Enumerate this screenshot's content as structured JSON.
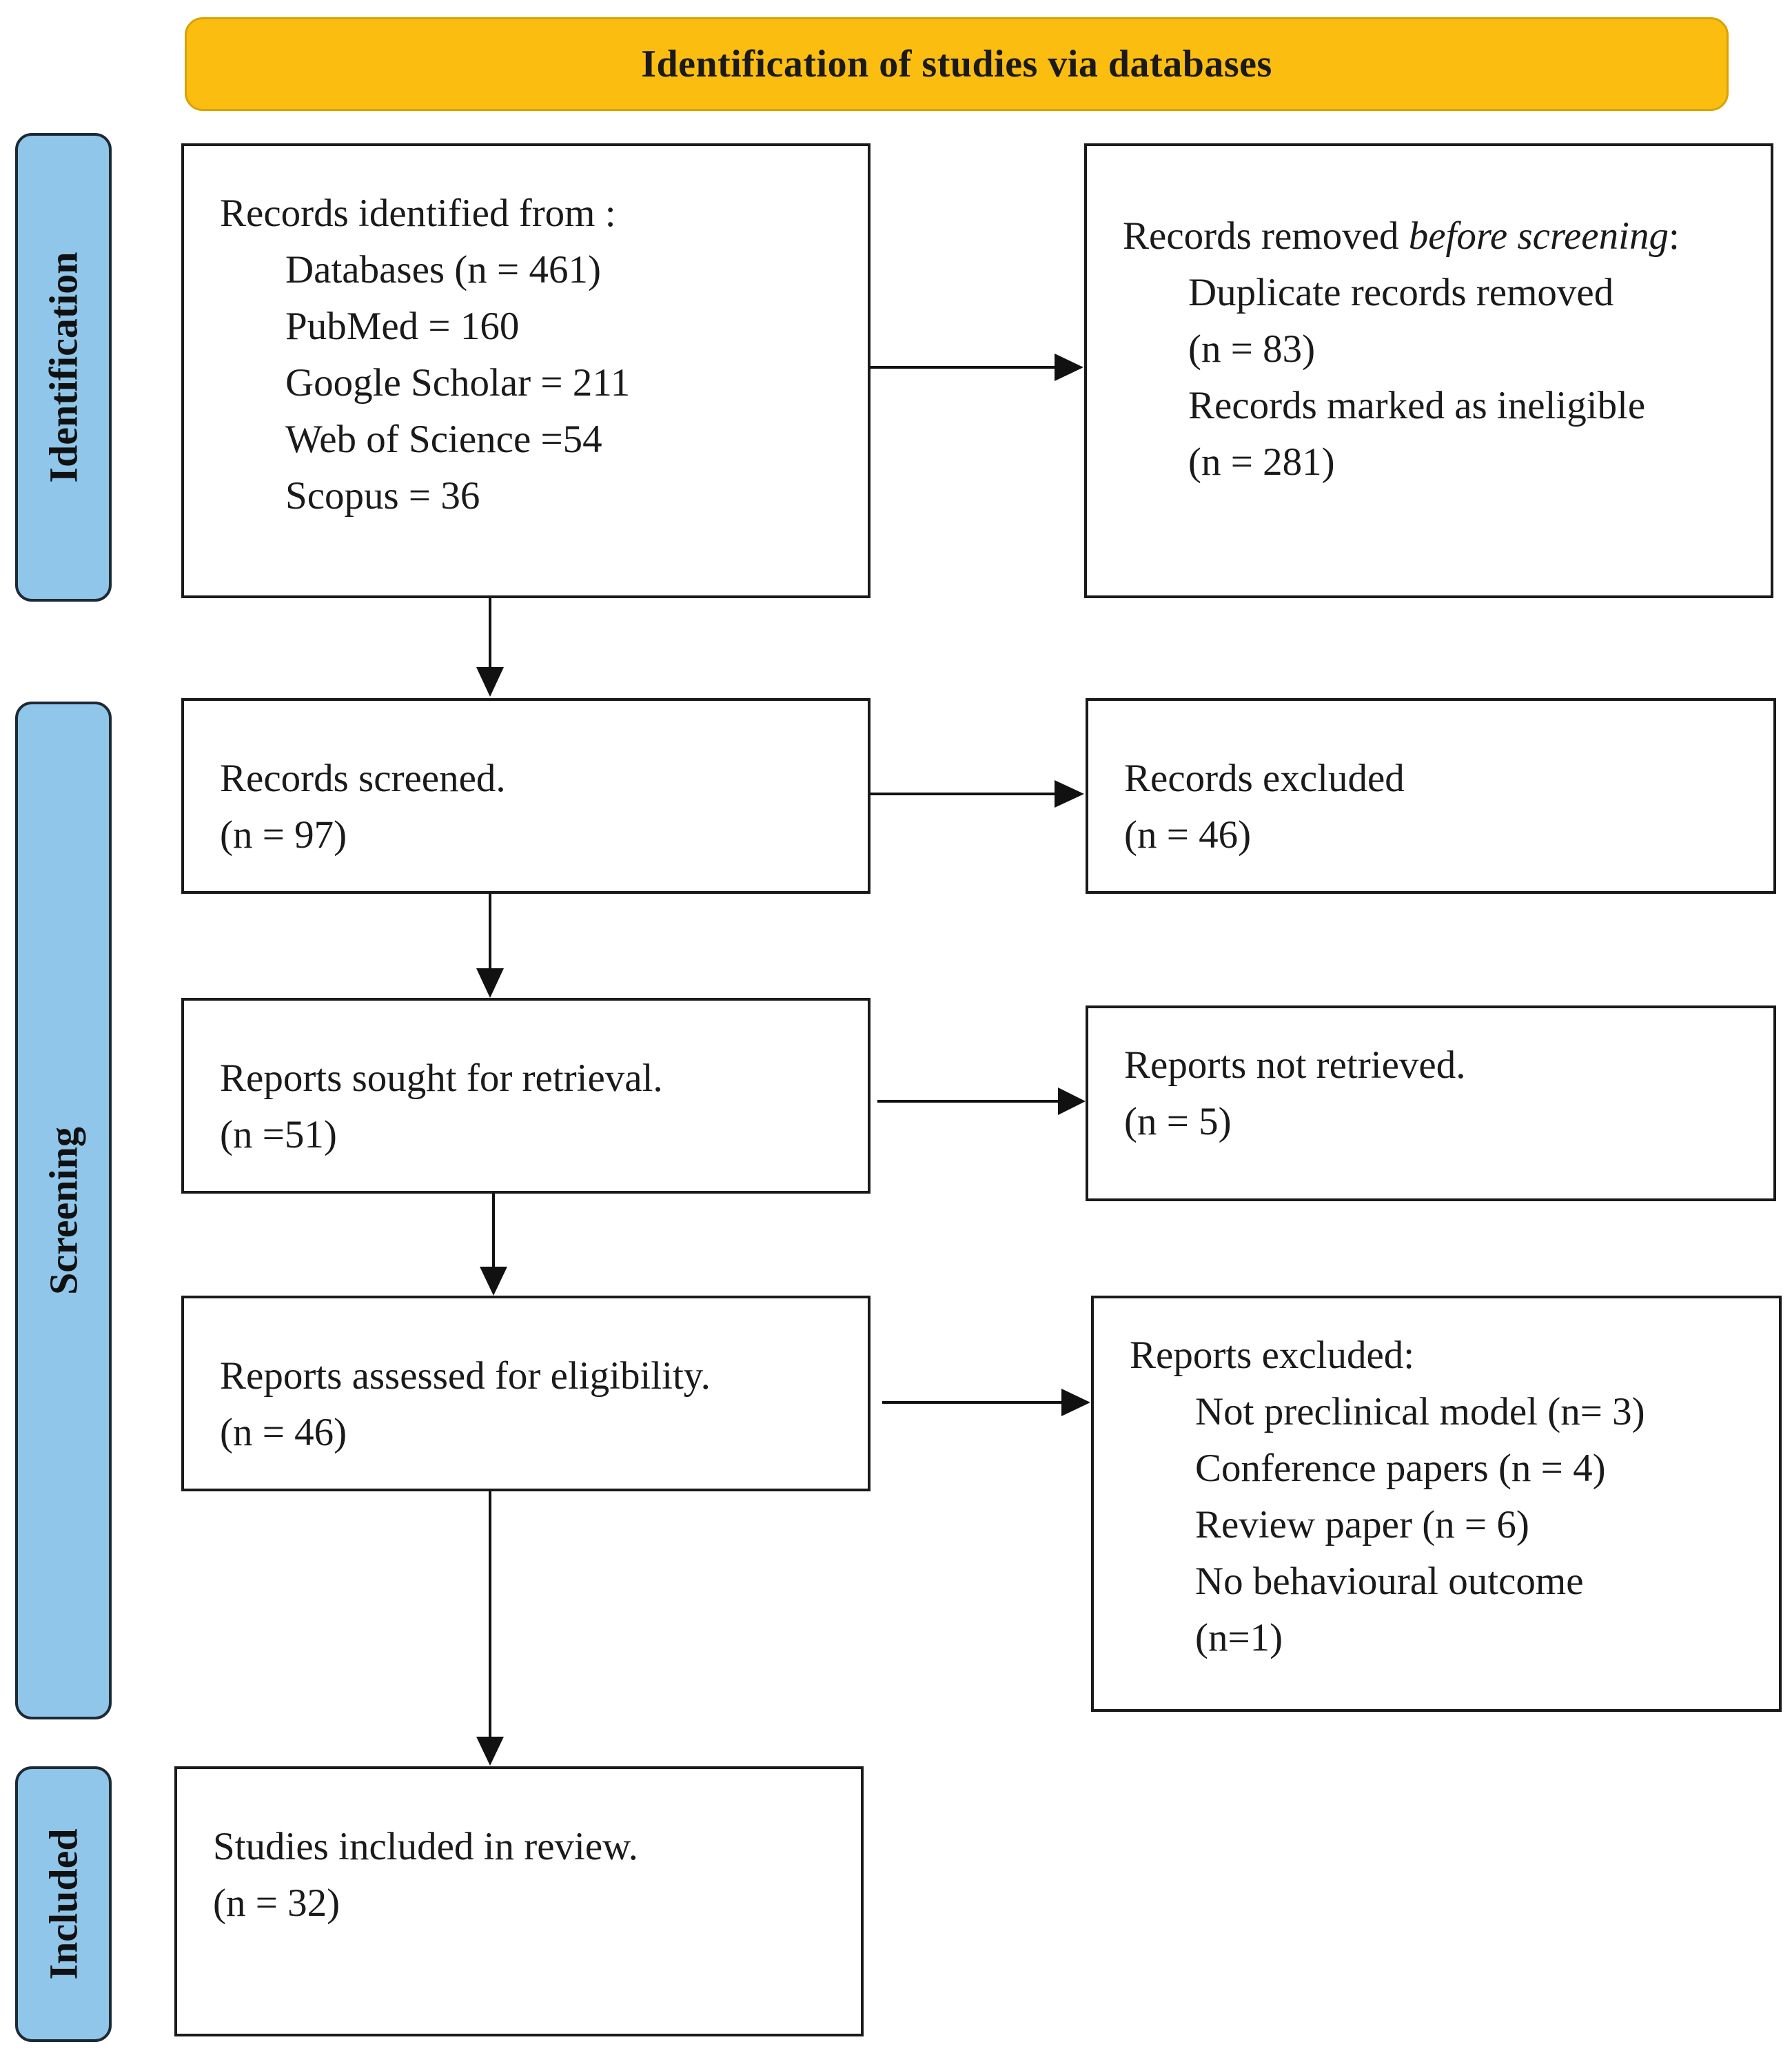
{
  "header": {
    "title": "Identification of studies via databases"
  },
  "stages": {
    "identification": "Identification",
    "screening": "Screening",
    "included": "Included"
  },
  "boxes": {
    "records_identified": {
      "heading": "Records identified from :",
      "items": [
        "Databases (n = 461)",
        "PubMed = 160",
        "Google Scholar = 211",
        "Web of Science =54",
        "Scopus = 36"
      ]
    },
    "records_removed": {
      "heading_prefix": "Records removed ",
      "heading_emph": "before screening",
      "heading_suffix": ":",
      "items": [
        "Duplicate records removed",
        "(n = 83)",
        "Records marked as ineligible",
        "(n = 281)"
      ]
    },
    "records_screened": {
      "label": "Records screened.",
      "count": "(n = 97)"
    },
    "records_excluded": {
      "label": "Records excluded",
      "count": "(n = 46)"
    },
    "reports_sought": {
      "label": "Reports sought for retrieval.",
      "count": "(n =51)"
    },
    "reports_not_retrieved": {
      "label": "Reports not retrieved.",
      "count": "(n = 5)"
    },
    "reports_assessed": {
      "label": "Reports assessed for eligibility.",
      "count": "(n = 46)"
    },
    "reports_excluded": {
      "heading": "Reports excluded:",
      "items": [
        "Not preclinical model (n= 3)",
        "Conference papers (n = 4)",
        "Review paper (n = 6)",
        "No behavioural outcome",
        "(n=1)"
      ]
    },
    "studies_included": {
      "label": "Studies included in review.",
      "count": "(n = 32)"
    }
  }
}
